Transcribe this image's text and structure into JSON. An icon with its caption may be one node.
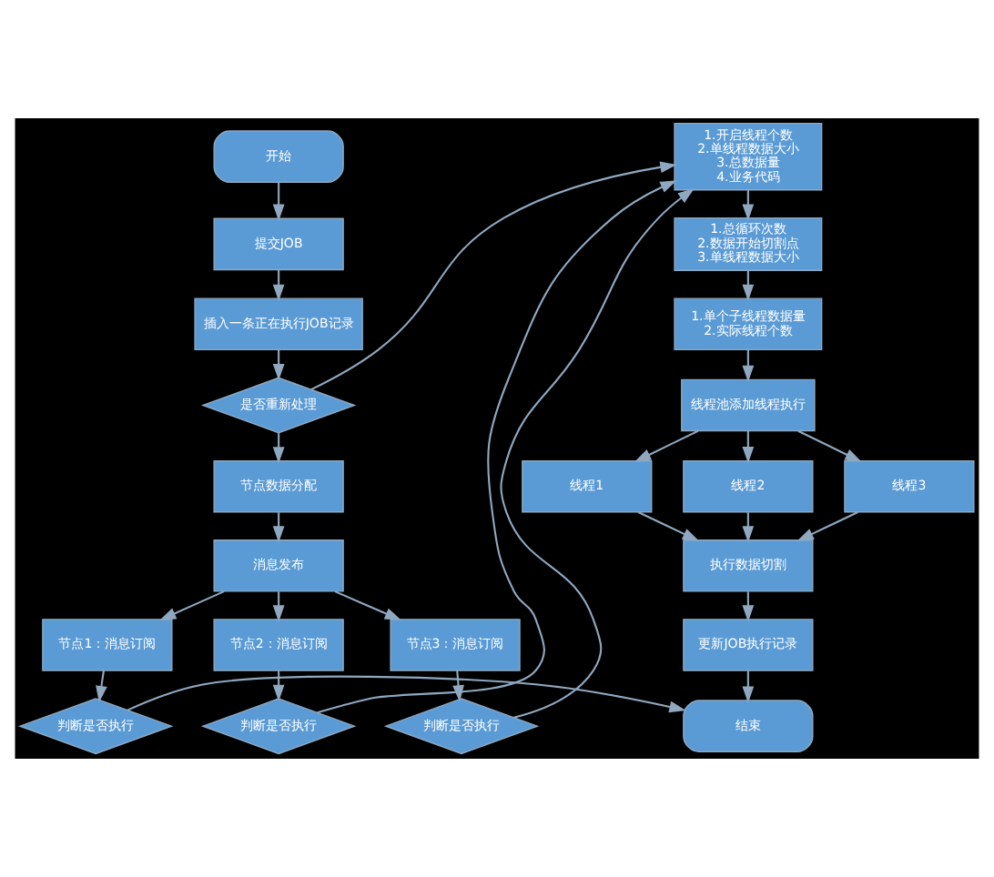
{
  "diagram": {
    "nodes": [
      {
        "text": [
          "开始"
        ]
      },
      {
        "text": [
          "提交JOB"
        ]
      },
      {
        "text": [
          "插入一条正在执行JOB记录"
        ]
      },
      {
        "text": [
          "是否重新处理"
        ]
      },
      {
        "text": [
          "节点数据分配"
        ]
      },
      {
        "text": [
          "消息发布"
        ]
      },
      {
        "text": [
          "节点1：消息订阅"
        ]
      },
      {
        "text": [
          "节点2：消息订阅"
        ]
      },
      {
        "text": [
          "节点3：消息订阅"
        ]
      },
      {
        "text": [
          "判断是否执行"
        ]
      },
      {
        "text": [
          "判断是否执行"
        ]
      },
      {
        "text": [
          "判断是否执行"
        ]
      },
      {
        "text": [
          "1.开启线程个数 2.单线程数据大小 3.总数据量 4.业务代码"
        ]
      },
      {
        "text": [
          "1.总循环次数 2.数据开始切割点 3.单线程数据大小"
        ]
      },
      {
        "text": [
          "1.单个子线程数据量 2.实际线程个数"
        ]
      },
      {
        "text": [
          "线程池添加线程执行"
        ]
      },
      {
        "text": [
          "线程1"
        ]
      },
      {
        "text": [
          "线程2"
        ]
      },
      {
        "text": [
          "线程3"
        ]
      },
      {
        "text": [
          "执行数据切割"
        ]
      },
      {
        "text": [
          "更新JOB执行记录"
        ]
      },
      {
        "text": [
          "结束"
        ]
      }
    ],
    "edges": [
      {
        "from": 0,
        "to": 1,
        "arrow": "to"
      },
      {
        "from": 1,
        "to": 2,
        "arrow": "to"
      },
      {
        "from": 2,
        "to": 3,
        "arrow": "to"
      },
      {
        "from": 3,
        "to": 12,
        "arrow": "to"
      },
      {
        "from": 3,
        "to": 4,
        "arrow": "to"
      },
      {
        "from": 4,
        "to": 5,
        "arrow": "to"
      },
      {
        "from": 5,
        "to": 6,
        "arrow": "to"
      },
      {
        "from": 5,
        "to": 7,
        "arrow": "to"
      },
      {
        "from": 5,
        "to": 8,
        "arrow": "to"
      },
      {
        "from": 6,
        "to": 9,
        "arrow": "to"
      },
      {
        "from": 7,
        "to": 10,
        "arrow": "to"
      },
      {
        "from": 8,
        "to": 11,
        "arrow": "to"
      },
      {
        "from": 9,
        "to": 21,
        "arrow": "to"
      },
      {
        "from": 10,
        "to": 12,
        "arrow": "to"
      },
      {
        "from": 11,
        "to": 12,
        "arrow": "to"
      },
      {
        "from": 12,
        "to": 13,
        "arrow": "to"
      },
      {
        "from": 13,
        "to": 14,
        "arrow": "to"
      },
      {
        "from": 14,
        "to": 15,
        "arrow": "to"
      },
      {
        "from": 15,
        "to": 16,
        "arrow": "to"
      },
      {
        "from": 15,
        "to": 17,
        "arrow": "to"
      },
      {
        "from": 15,
        "to": 18,
        "arrow": "to"
      },
      {
        "from": 16,
        "to": 19,
        "arrow": "to"
      },
      {
        "from": 17,
        "to": 19,
        "arrow": "to"
      },
      {
        "from": 18,
        "to": 19,
        "arrow": "to"
      },
      {
        "from": 19,
        "to": 20,
        "arrow": "to"
      },
      {
        "from": 20,
        "to": 21,
        "arrow": "to"
      }
    ]
  }
}
